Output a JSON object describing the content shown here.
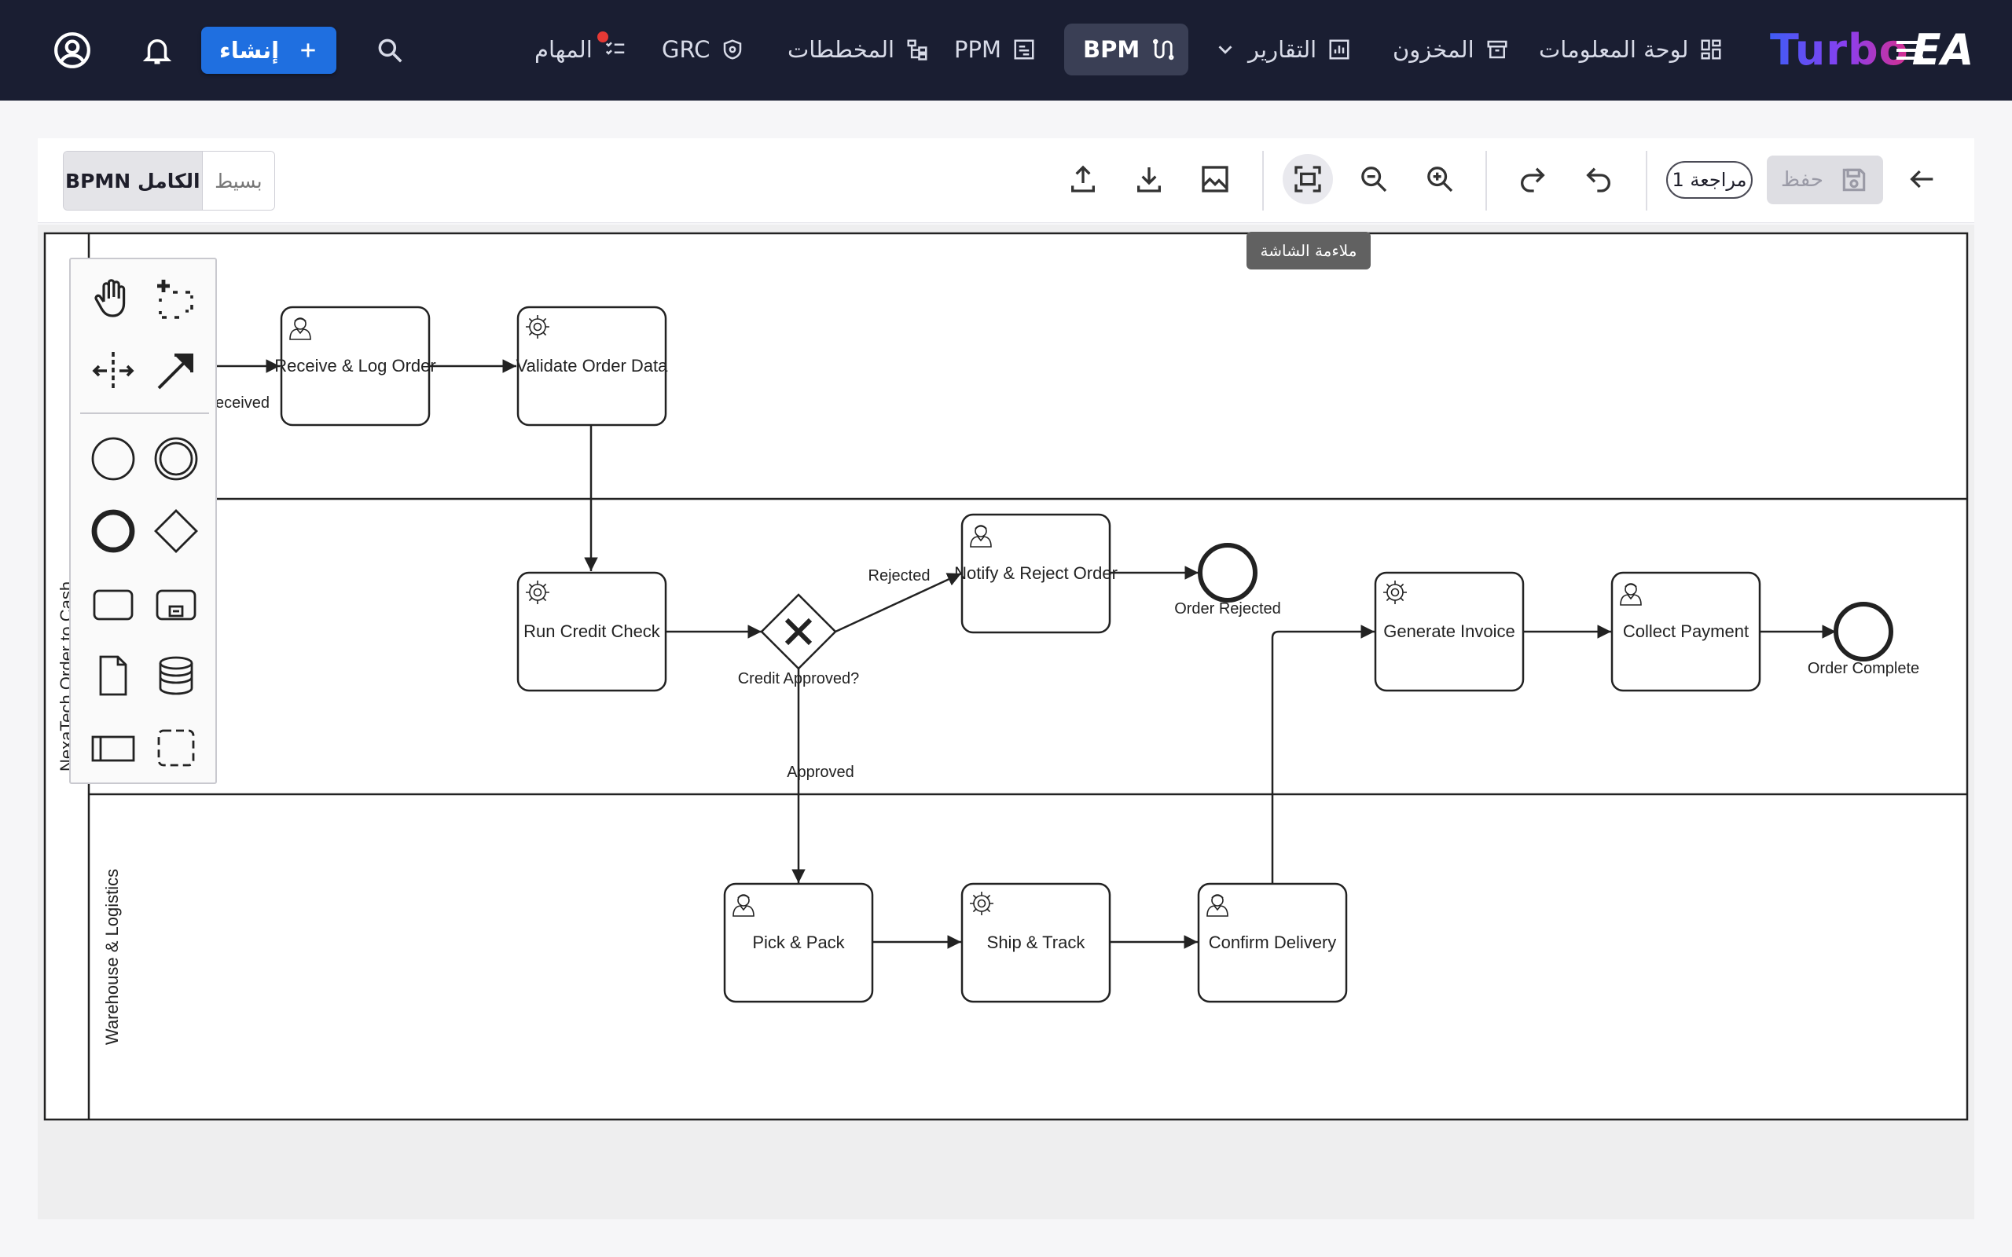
{
  "brand": {
    "turbo": "Turbo",
    "ea": "EA"
  },
  "nav": {
    "dashboard": "لوحة المعلومات",
    "inventory": "المخزون",
    "reports": "التقارير",
    "bpm": "BPM",
    "ppm": "PPM",
    "diagrams": "المخططات",
    "grc": "GRC",
    "tasks": "المهام",
    "create": "إنشاء"
  },
  "toolbar": {
    "save": "حفظ",
    "revision": "مراجعة 1",
    "fit_tooltip": "ملاءمة الشاشة",
    "mode_full": "BPMN الكامل",
    "mode_simple": "بسيط"
  },
  "diagram": {
    "pool": "NexaTech Order to Cash",
    "lanes": [
      "",
      "",
      "Warehouse & Logistics"
    ],
    "tasks": {
      "receive": "Receive & Log Order",
      "validate": "Validate Order Data",
      "credit": "Run Credit Check",
      "notify": "Notify & Reject Order",
      "invoice": "Generate Invoice",
      "collect": "Collect Payment",
      "pick": "Pick & Pack",
      "ship": "Ship & Track",
      "confirm": "Confirm Delivery"
    },
    "events": {
      "start_label": "eceived",
      "rejected": "Order Rejected",
      "complete": "Order Complete"
    },
    "gateway": "Credit Approved?",
    "flows": {
      "rejected": "Rejected",
      "approved": "Approved"
    }
  },
  "colors": {
    "topbar": "#1a1e32",
    "primary": "#1f6fe0",
    "notify_dot": "#e53935"
  }
}
